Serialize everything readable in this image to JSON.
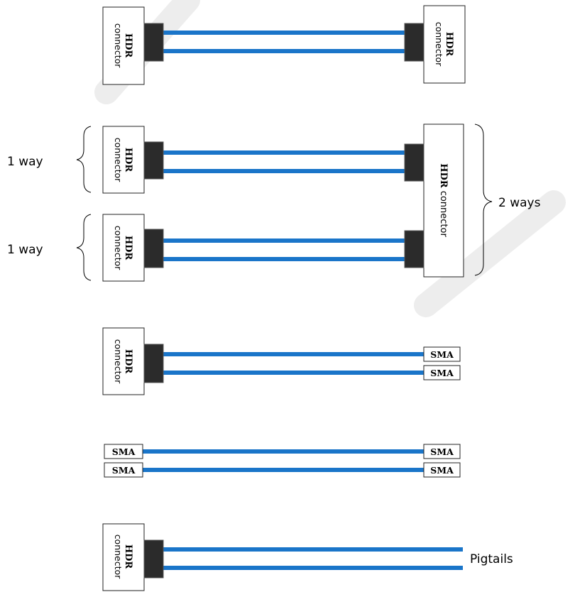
{
  "colors": {
    "cable": "#1a75c9",
    "plug": "#2b2b2b",
    "plug_shade": "#555555",
    "box_border": "#222222",
    "text": "#000000",
    "watermark": "#ededed"
  },
  "connector": {
    "hdr_bold": "HDR",
    "hdr_rest": "connector",
    "sma": "SMA"
  },
  "labels": {
    "one_way_top": "1 way",
    "one_way_bottom": "1 way",
    "two_ways": "2 ways",
    "pigtails": "Pigtails"
  }
}
